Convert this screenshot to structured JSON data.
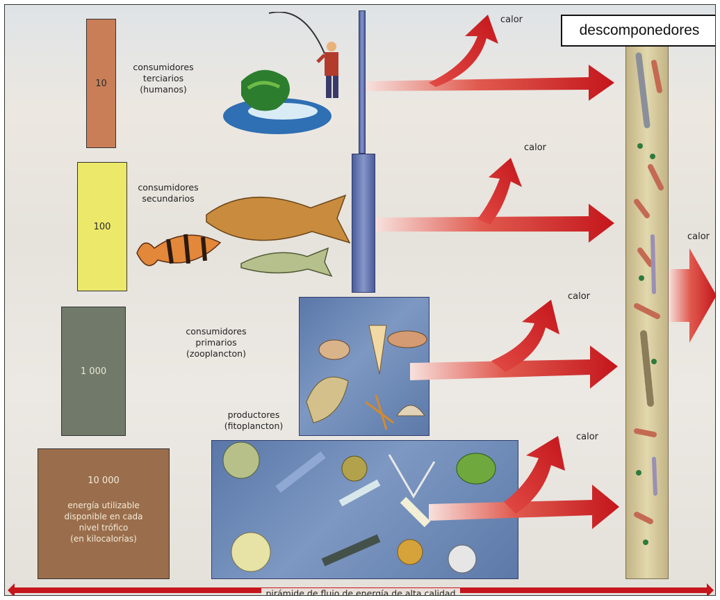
{
  "levels": [
    {
      "value": "10",
      "label": "consumidores\nterciarios\n(humanos)",
      "color": "#c97e57"
    },
    {
      "value": "100",
      "label": "consumidores\nsecundarios",
      "color": "#ece86a"
    },
    {
      "value": "1 000",
      "label": "consumidores\nprimarios\n(zooplancton)",
      "color": "#717a6a"
    },
    {
      "value": "10 000",
      "label": "productores\n(fitoplancton)",
      "color": "#9a6e4c"
    }
  ],
  "energy_note": "energía utilizable\ndisponible en cada\nnivel trófico\n(en kilocalorías)",
  "heat_label": "calor",
  "decomposers_label": "descomponedores",
  "bottom_label": "pirámide de flujo de energía de alta calidad",
  "colors": {
    "arrow_red": "#c4161c",
    "arrow_light": "#f3d3cf",
    "stalk_blue": "#5d70b0"
  }
}
